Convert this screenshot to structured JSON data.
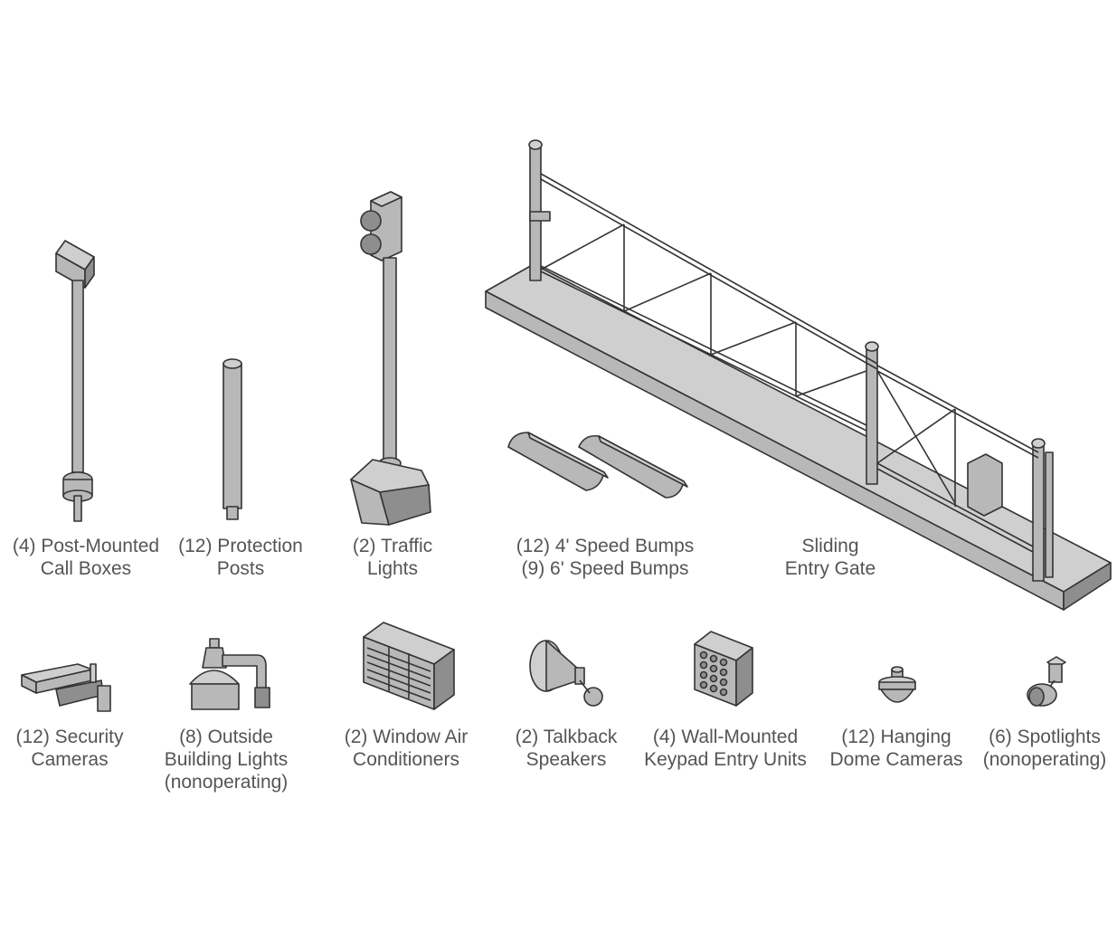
{
  "items": [
    {
      "lines": [
        "(4) Post-Mounted",
        "Call Boxes"
      ],
      "icon": "call-box-post-icon"
    },
    {
      "lines": [
        "(12) Protection",
        "Posts"
      ],
      "icon": "protection-post-icon"
    },
    {
      "lines": [
        "(2) Traffic",
        "Lights"
      ],
      "icon": "traffic-light-icon"
    },
    {
      "lines": [
        "(12) 4' Speed Bumps",
        "(9) 6' Speed Bumps"
      ],
      "icon": "speed-bump-icon"
    },
    {
      "lines": [
        "Sliding",
        "Entry Gate"
      ],
      "icon": "sliding-gate-icon"
    },
    {
      "lines": [
        "(12) Security",
        "Cameras"
      ],
      "icon": "security-camera-icon"
    },
    {
      "lines": [
        "(8) Outside",
        "Building Lights",
        "(nonoperating)"
      ],
      "icon": "building-light-icon"
    },
    {
      "lines": [
        "(2) Window Air",
        "Conditioners"
      ],
      "icon": "air-conditioner-icon"
    },
    {
      "lines": [
        "(2) Talkback",
        "Speakers"
      ],
      "icon": "speaker-icon"
    },
    {
      "lines": [
        "(4) Wall-Mounted",
        "Keypad Entry Units"
      ],
      "icon": "keypad-icon"
    },
    {
      "lines": [
        "(12) Hanging",
        "Dome Cameras"
      ],
      "icon": "dome-camera-icon"
    },
    {
      "lines": [
        "(6) Spotlights",
        "(nonoperating)"
      ],
      "icon": "spotlight-icon"
    }
  ],
  "colors": {
    "part_fill": "#b8b8b8",
    "outline": "#333333",
    "label": "#555555",
    "background": "#ffffff"
  }
}
